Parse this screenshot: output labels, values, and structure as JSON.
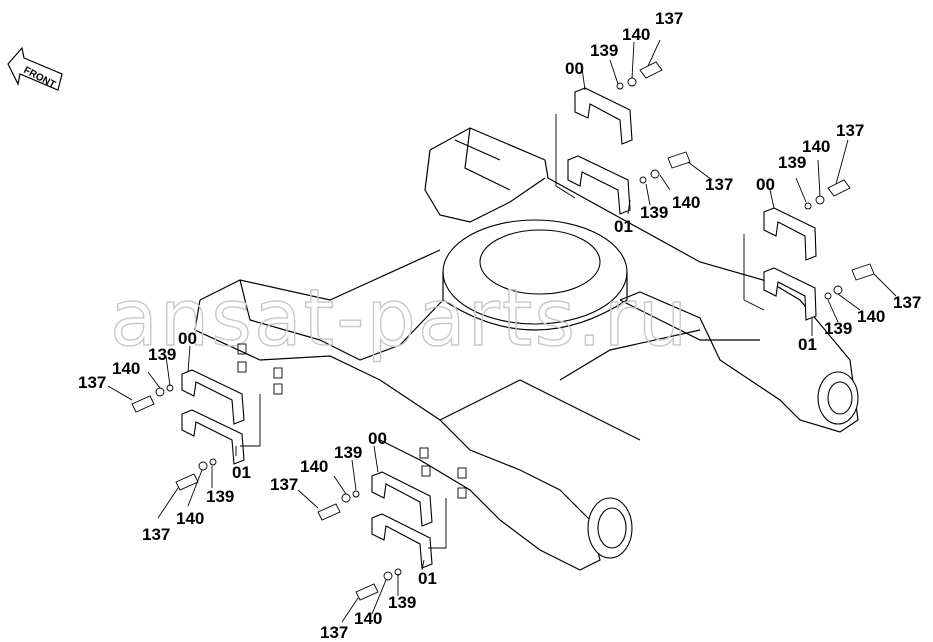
{
  "front_arrow": {
    "label": "FRONT"
  },
  "watermark": {
    "text": "ansat-parts.ru"
  },
  "callouts": {
    "tr_top": {
      "c137": "137",
      "c140": "140",
      "c139": "139",
      "c00": "00"
    },
    "tr_mid": {
      "c137": "137",
      "c140": "140",
      "c139": "139",
      "c01": "01"
    },
    "r_top": {
      "c137": "137",
      "c140": "140",
      "c139": "139",
      "c00": "00"
    },
    "r_mid": {
      "c137": "137",
      "c140": "140",
      "c139": "139",
      "c01": "01"
    },
    "l_top": {
      "c137": "137",
      "c140": "140",
      "c139": "139",
      "c00": "00"
    },
    "l_bot": {
      "c137": "137",
      "c140": "140",
      "c139": "139",
      "c01": "01"
    },
    "b_top": {
      "c137": "137",
      "c140": "140",
      "c139": "139",
      "c00": "00"
    },
    "b_bot": {
      "c137": "137",
      "c140": "140",
      "c139": "139",
      "c01": "01"
    }
  }
}
